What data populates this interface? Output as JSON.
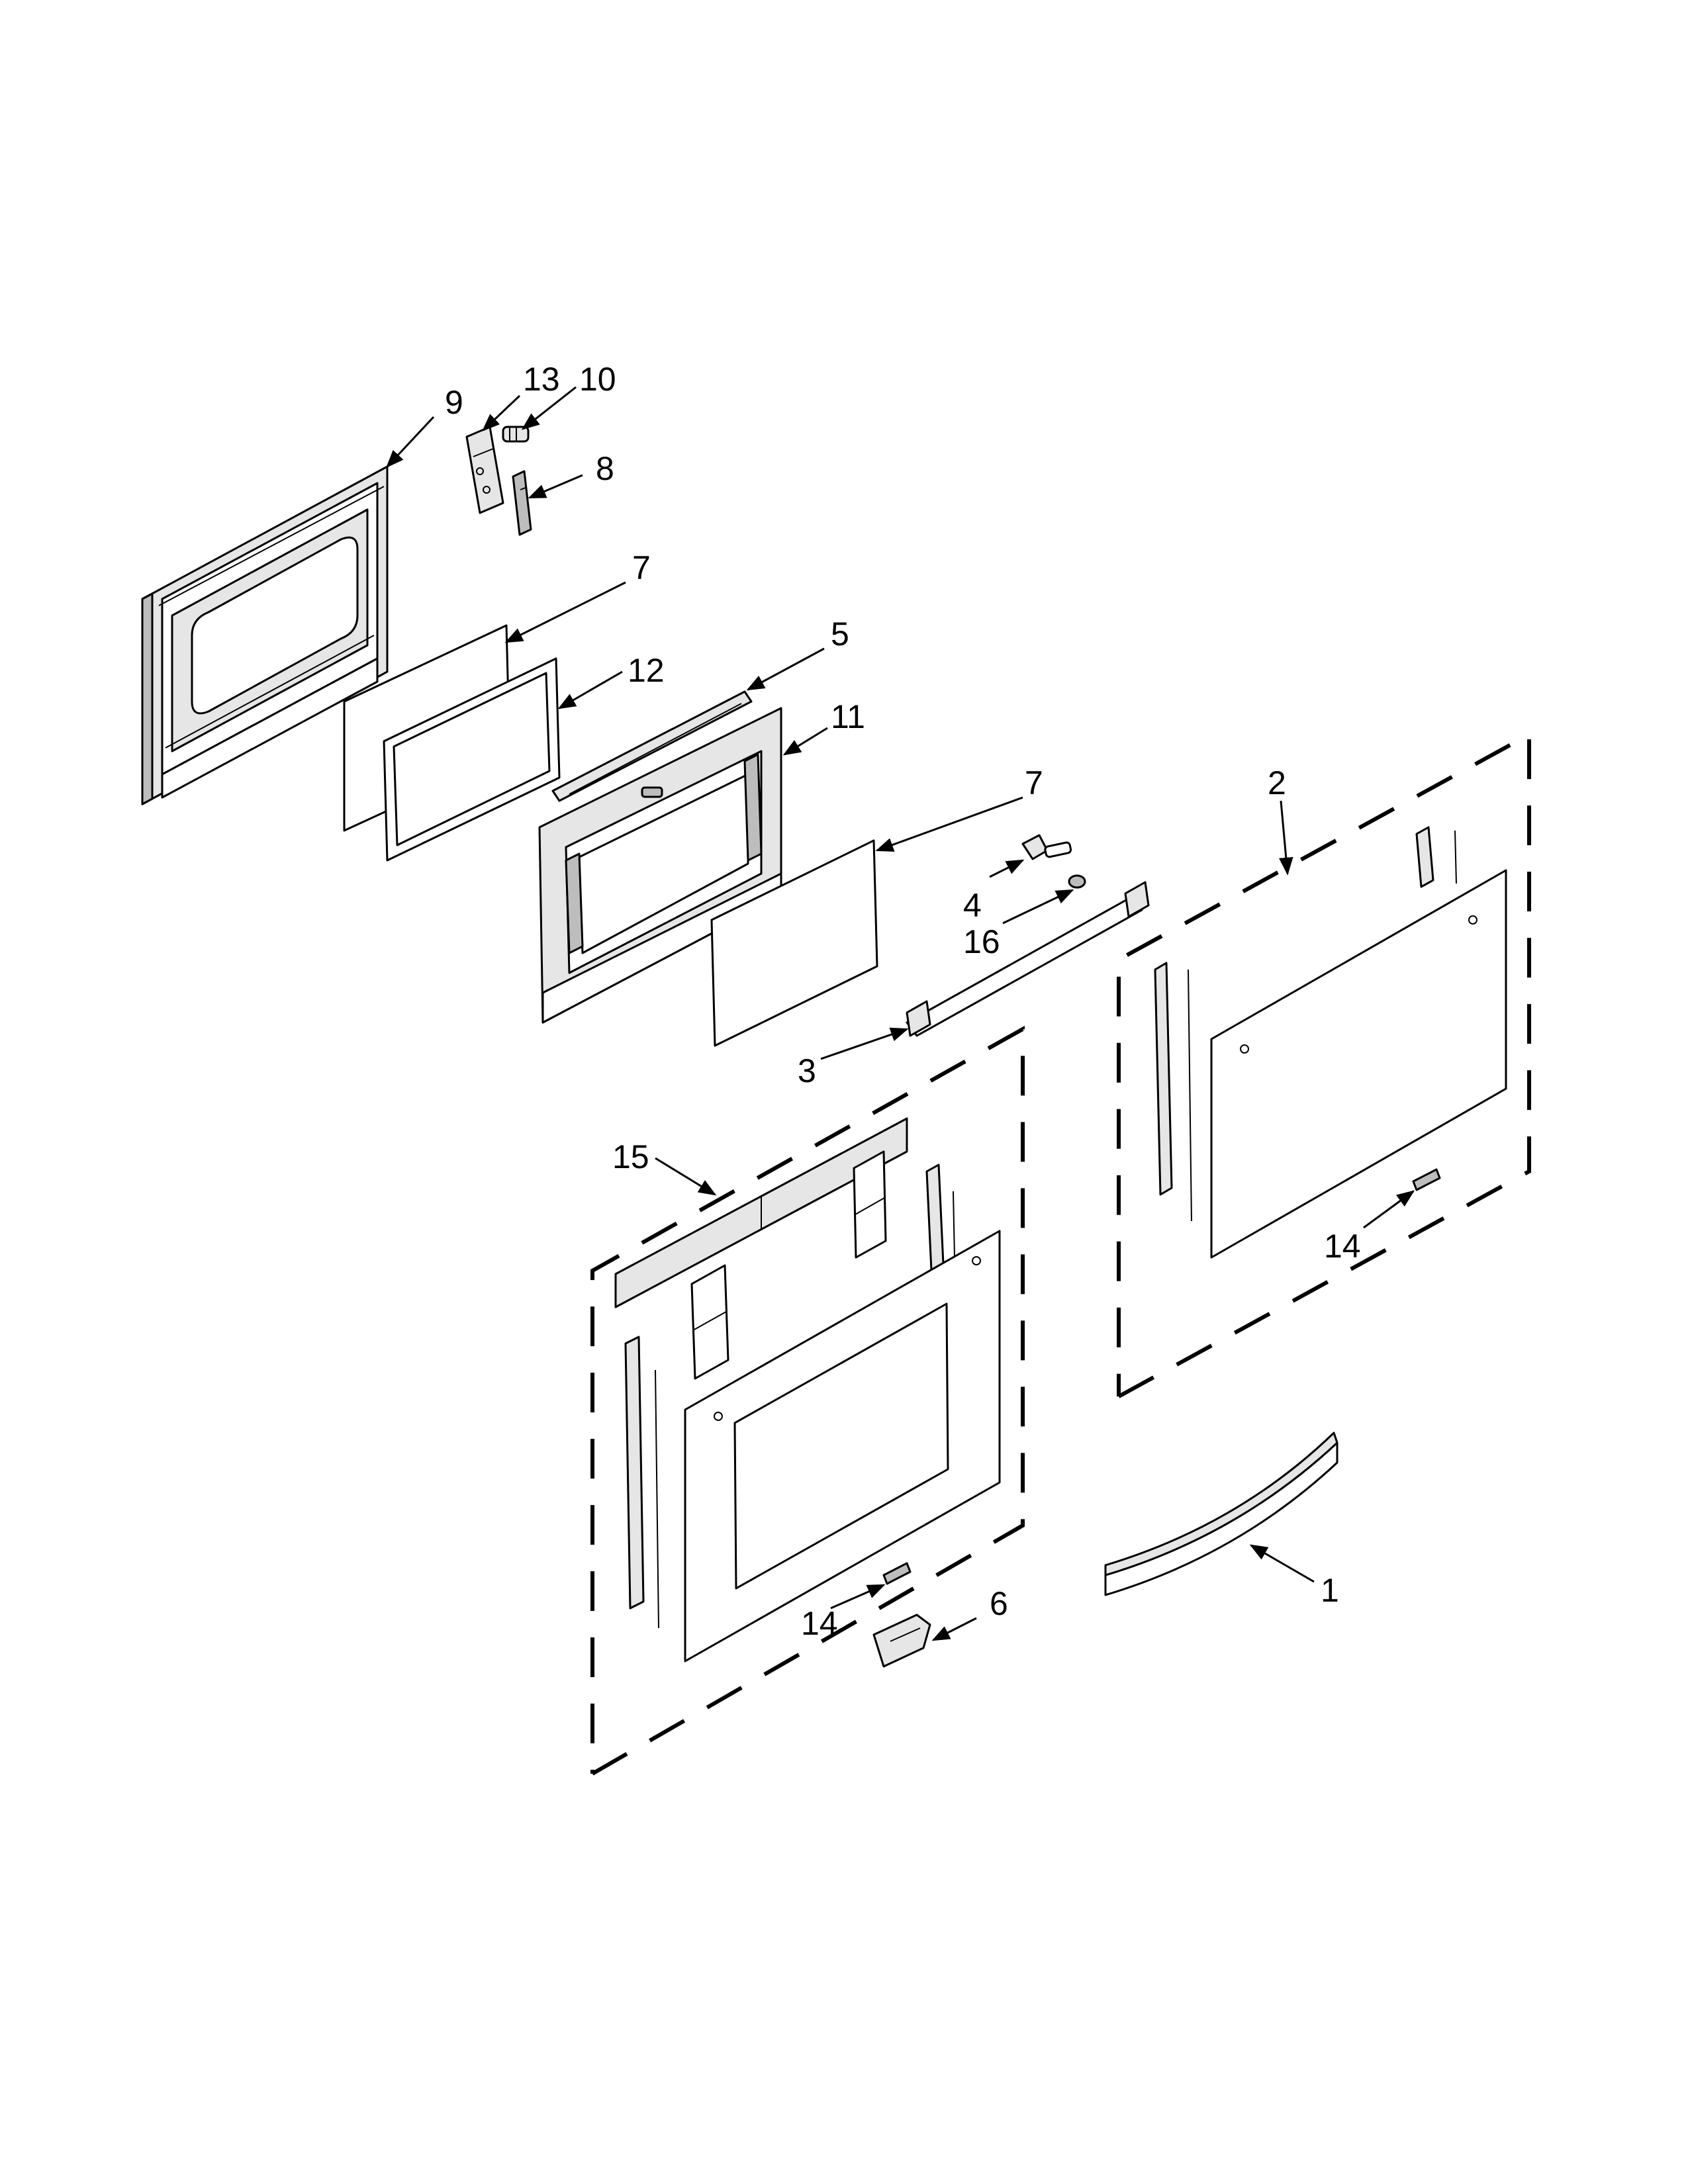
{
  "callouts": {
    "c1": "1",
    "c2": "2",
    "c3": "3",
    "c4": "4",
    "c5": "5",
    "c6": "6",
    "c7a": "7",
    "c7b": "7",
    "c8": "8",
    "c9": "9",
    "c10": "10",
    "c11": "11",
    "c12": "12",
    "c13": "13",
    "c14a": "14",
    "c14b": "14",
    "c15": "15",
    "c16": "16"
  }
}
